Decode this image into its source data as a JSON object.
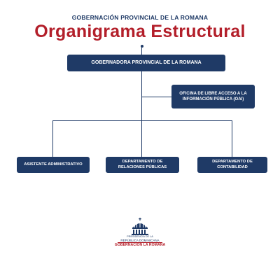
{
  "header": {
    "subtitle": "GOBERNACIÓN PROVINCIAL DE LA ROMANA",
    "title": "Organigrama Estructural"
  },
  "org": {
    "top": "GOBERNADORA PROVINCIAL DE LA ROMANA",
    "oai_line1": "OFICINA DE LIBRE ACCESO A LA",
    "oai_line2": "INFORMACIÓN PÚBLICA (OAI)",
    "dept1": "ASISTENTE ADMINISTRATIVO",
    "dept2_line1": "DEPARTAMENTO DE",
    "dept2_line2": "RELACIONES PÚBLICAS",
    "dept3_line1": "DEPARTAMENTO DE",
    "dept3_line2": "CONTABILIDAD"
  },
  "logo": {
    "line1": "PRESIDENCIA DE LA",
    "line2": "REPÚBLICA DOMINICANA",
    "line3": "GOBERNACIÓN LA ROMANA"
  },
  "colors": {
    "navy": "#1f3a66",
    "red": "#b31f2a"
  }
}
